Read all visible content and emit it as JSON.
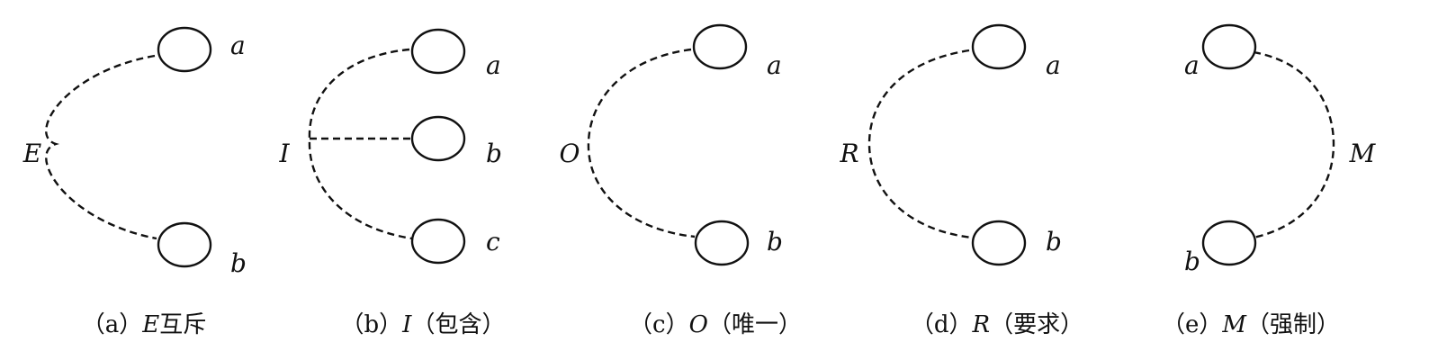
{
  "style": {
    "stroke": "#111111",
    "background": "#ffffff"
  },
  "panels": [
    {
      "operator": "E",
      "nodes": [
        "a",
        "b"
      ],
      "caption": {
        "prefix": "（a）",
        "op": "E",
        "suffix": "互斥"
      }
    },
    {
      "operator": "I",
      "nodes": [
        "a",
        "b",
        "c"
      ],
      "caption": {
        "prefix": "（b）",
        "op": "I",
        "suffix": "（包含）"
      }
    },
    {
      "operator": "O",
      "nodes": [
        "a",
        "b"
      ],
      "caption": {
        "prefix": "（c）",
        "op": "O",
        "suffix": "（唯一）"
      }
    },
    {
      "operator": "R",
      "nodes": [
        "a",
        "b"
      ],
      "caption": {
        "prefix": "（d）",
        "op": "R",
        "suffix": "（要求）"
      }
    },
    {
      "operator": "M",
      "nodes": [
        "a",
        "b"
      ],
      "caption": {
        "prefix": "（e）",
        "op": "M",
        "suffix": "（强制）"
      }
    }
  ]
}
